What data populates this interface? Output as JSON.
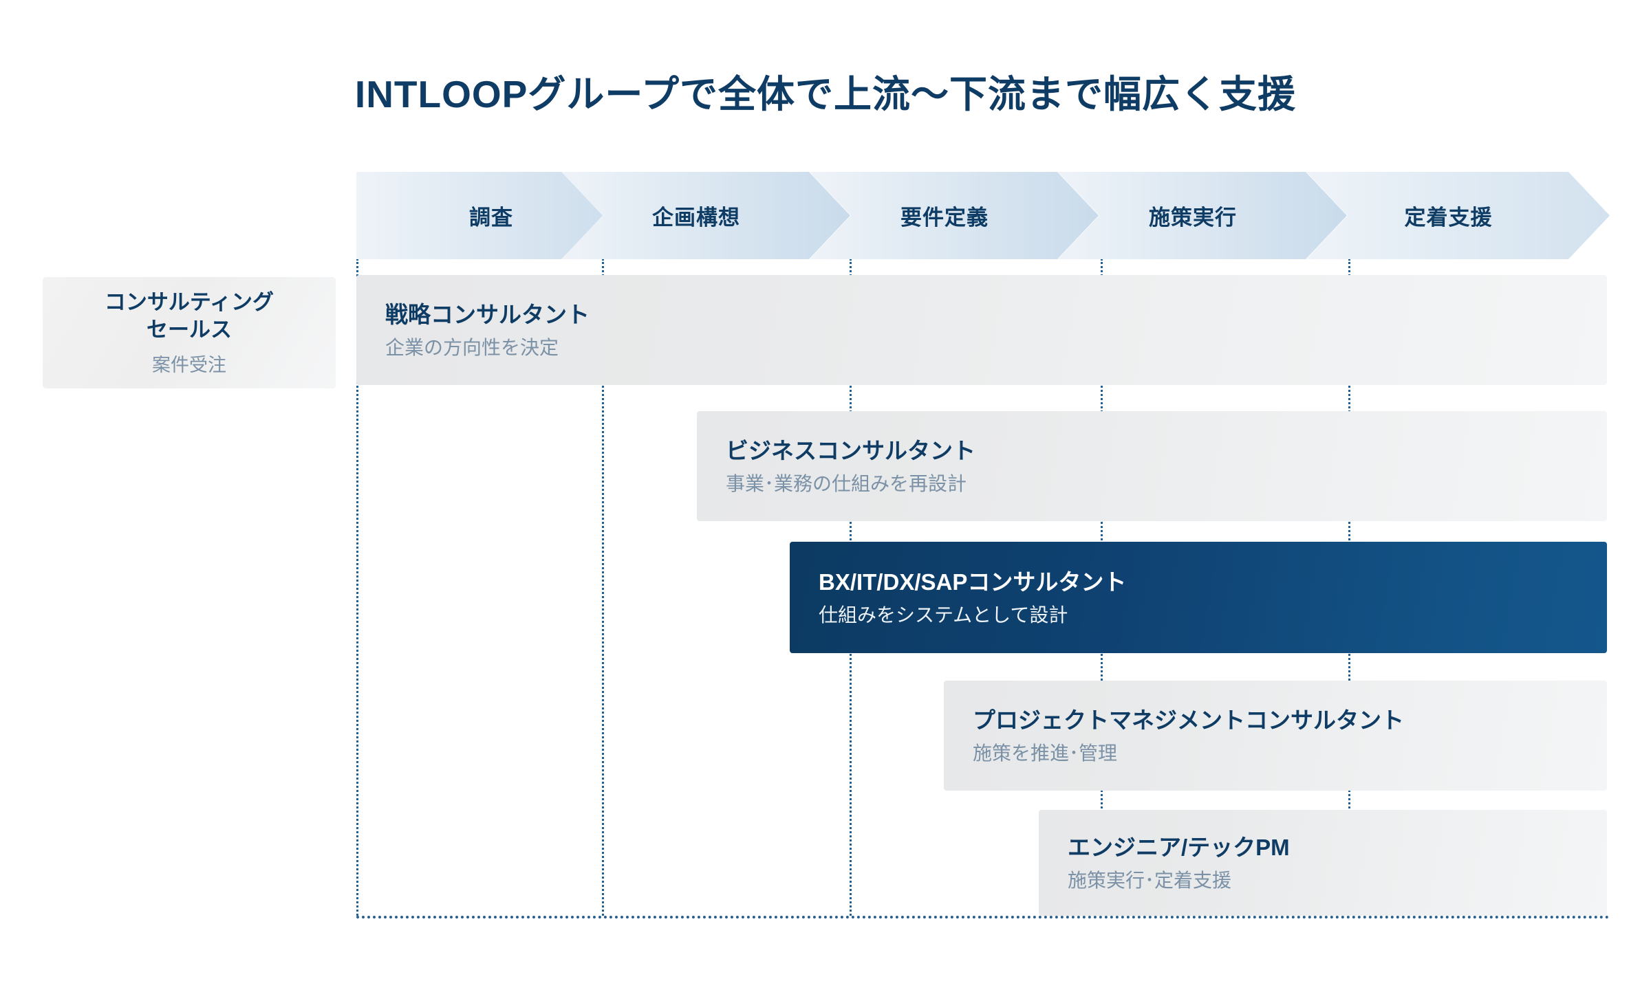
{
  "title": "INTLOOPグループで全体で上流〜下流まで幅広く支援",
  "phases": [
    {
      "label": "調査"
    },
    {
      "label": "企画構想"
    },
    {
      "label": "要件定義"
    },
    {
      "label": "施策実行"
    },
    {
      "label": "定着支援"
    }
  ],
  "sidebar": {
    "title": "コンサルティング\nセールス",
    "title_line1": "コンサルティング",
    "title_line2": "セールス",
    "subtitle": "案件受注"
  },
  "rows": [
    {
      "role": "戦略コンサルタント",
      "desc": "企業の方向性を決定",
      "highlight": false,
      "start_phase": "調査",
      "end_phase": "定着支援"
    },
    {
      "role": "ビジネスコンサルタント",
      "desc": "事業･業務の仕組みを再設計",
      "highlight": false,
      "start_phase": "企画構想",
      "end_phase": "定着支援"
    },
    {
      "role": "BX/IT/DX/SAPコンサルタント",
      "desc": "仕組みをシステムとして設計",
      "highlight": true,
      "start_phase": "要件定義",
      "end_phase": "定着支援"
    },
    {
      "role": "プロジェクトマネジメントコンサルタント",
      "desc": "施策を推進･管理",
      "highlight": false,
      "start_phase": "施策実行",
      "end_phase": "定着支援"
    },
    {
      "role": "エンジニア/テックPM",
      "desc": "施策実行･定着支援",
      "highlight": false,
      "start_phase": "定着支援",
      "end_phase": "定着支援"
    }
  ],
  "colors": {
    "title_navy": "#0f3c64",
    "highlight_bar": "#0f4272",
    "bar_light": "#e9eaeb",
    "sub_text": "#7b91a6",
    "guide_line": "#1f6096",
    "chevron_light": "#eef3f8",
    "chevron_dark": "#c6d8e8"
  }
}
